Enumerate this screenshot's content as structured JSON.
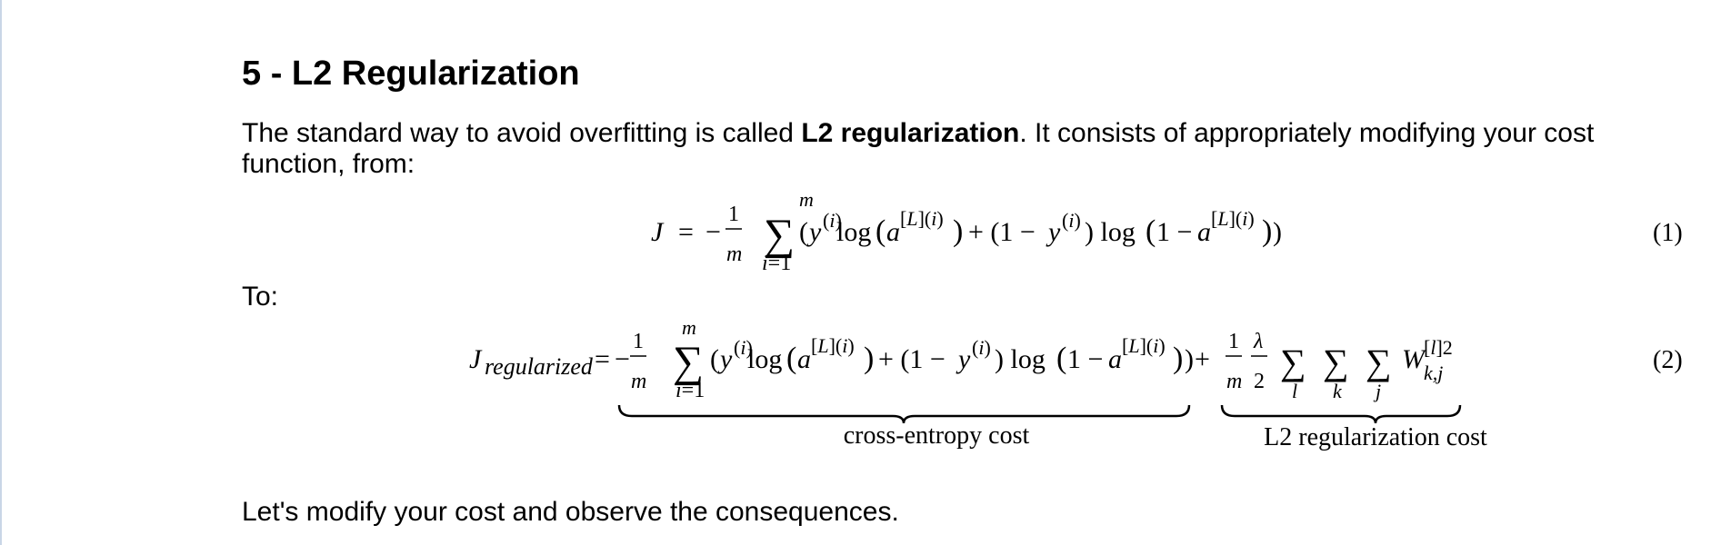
{
  "heading": "5 - L2 Regularization",
  "intro": {
    "before": "The standard way to avoid overfitting is called ",
    "bold": "L2 regularization",
    "after": ". It consists of appropriately modifying your cost function, from:"
  },
  "equation1": {
    "number": "(1)"
  },
  "to_label": "To:",
  "equation2": {
    "number": "(2)",
    "brace_left_label": "cross-entropy cost",
    "brace_right_label": "L2 regularization cost"
  },
  "closing": "Let's modify your cost and observe the consequences."
}
